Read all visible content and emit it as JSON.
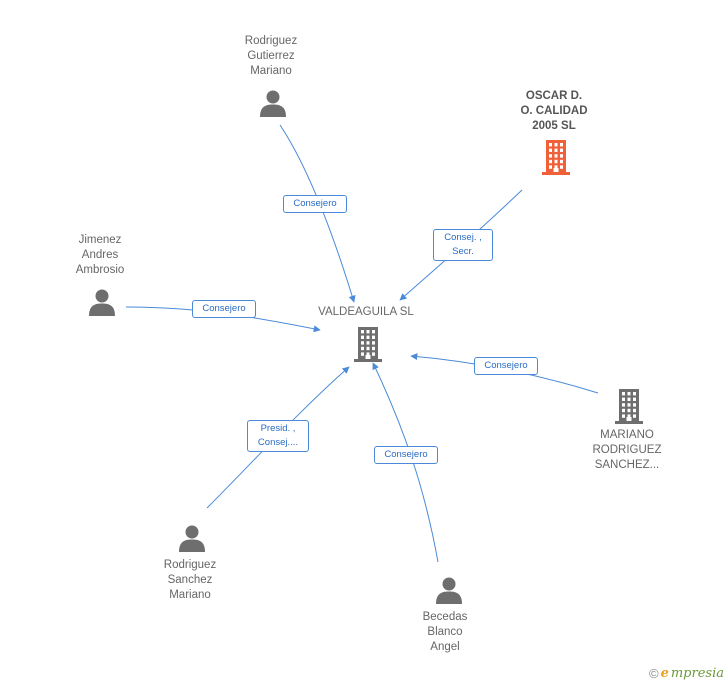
{
  "center": {
    "id": "valdeaguila",
    "label": "VALDEAGUILA SL"
  },
  "nodes": [
    {
      "id": "rodriguez_gutierrez",
      "type": "person",
      "label": "Rodriguez\nGutierrez\nMariano"
    },
    {
      "id": "oscar",
      "type": "company_highlight",
      "label": "OSCAR D.\nO. CALIDAD\n2005 SL"
    },
    {
      "id": "jimenez",
      "type": "person",
      "label": "Jimenez\nAndres\nAmbrosio"
    },
    {
      "id": "mariano_rs",
      "type": "company",
      "label": "MARIANO\nRODRIGUEZ\nSANCHEZ..."
    },
    {
      "id": "rodriguez_sanchez",
      "type": "person",
      "label": "Rodriguez\nSanchez\nMariano"
    },
    {
      "id": "becedas",
      "type": "person",
      "label": "Becedas\nBlanco\nAngel"
    }
  ],
  "edges": [
    {
      "from": "rodriguez_gutierrez",
      "to": "valdeaguila",
      "label": "Consejero"
    },
    {
      "from": "oscar",
      "to": "valdeaguila",
      "label": "Consej. ,\nSecr."
    },
    {
      "from": "jimenez",
      "to": "valdeaguila",
      "label": "Consejero"
    },
    {
      "from": "mariano_rs",
      "to": "valdeaguila",
      "label": "Consejero"
    },
    {
      "from": "rodriguez_sanchez",
      "to": "valdeaguila",
      "label": "Presid. ,\nConsej...."
    },
    {
      "from": "becedas",
      "to": "valdeaguila",
      "label": "Consejero"
    }
  ],
  "colors": {
    "edge": "#4a8ad8",
    "icon": "#6e6e6e",
    "highlight": "#f0613a"
  },
  "watermark": {
    "copyright": "©",
    "brand_e": "e",
    "brand_rest": "mpresia"
  }
}
